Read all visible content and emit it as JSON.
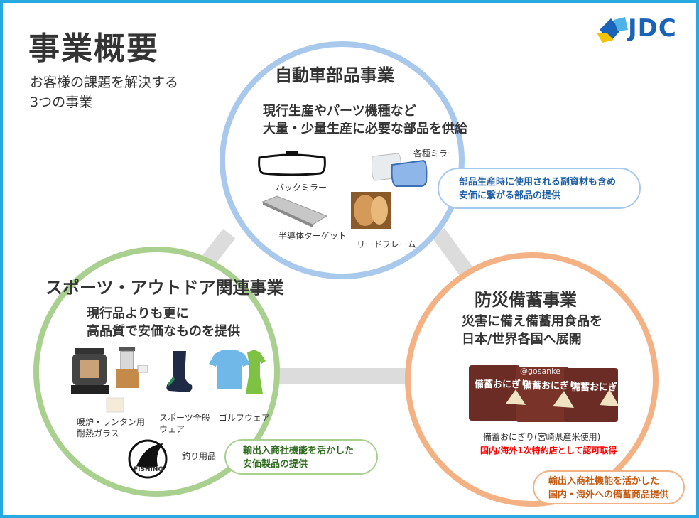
{
  "slide": {
    "title": "事業概要",
    "subtitle": "お客様の課題を解決する\n3つの事業",
    "logo_text": "JDC"
  },
  "automotive": {
    "heading": "自動車部品事業",
    "description": "現行生産やパーツ機種など\n大量・少量生産に必要な部品を供給",
    "items": {
      "mirrors": "各種ミラー",
      "back_mirror": "バックミラー",
      "target": "半導体ターゲット",
      "lead_frame": "リードフレーム"
    },
    "callout": "部品生産時に使用される副資材も含め\n安価に繋がる部品の提供"
  },
  "sports": {
    "heading": "スポーツ・アウトドア関連事業",
    "description": "現行品よりも更に\n高品質で安価なものを提供",
    "items": {
      "heater_glass": "暖炉・ランタン用\n耐熱ガラス",
      "sports_wear": "スポーツ全般\nウェア",
      "golf_wear": "ゴルフウェア",
      "fishing": "釣り用品",
      "fishing_logo": "FISHING"
    },
    "callout": "輸出入商社機能を活かした\n安価製品の提供"
  },
  "disaster": {
    "heading": "防災備蓄事業",
    "description": "災害に備え備蓄用食品を\n日本/世界各国へ展開",
    "package_text": "備蓄おにぎり",
    "watermark": "@gosanke",
    "product": "備蓄おにぎり(宮崎県産米使用)",
    "certification": "国内/海外1次特約店として認可取得",
    "callout": "輸出入商社機能を活かした\n国内・海外への備蓄商品提供"
  },
  "colors": {
    "automotive": "#a8c8ec",
    "sports": "#a9d08e",
    "disaster": "#f4b183",
    "border": "#29a9e1",
    "logo": "#1a63b8"
  }
}
